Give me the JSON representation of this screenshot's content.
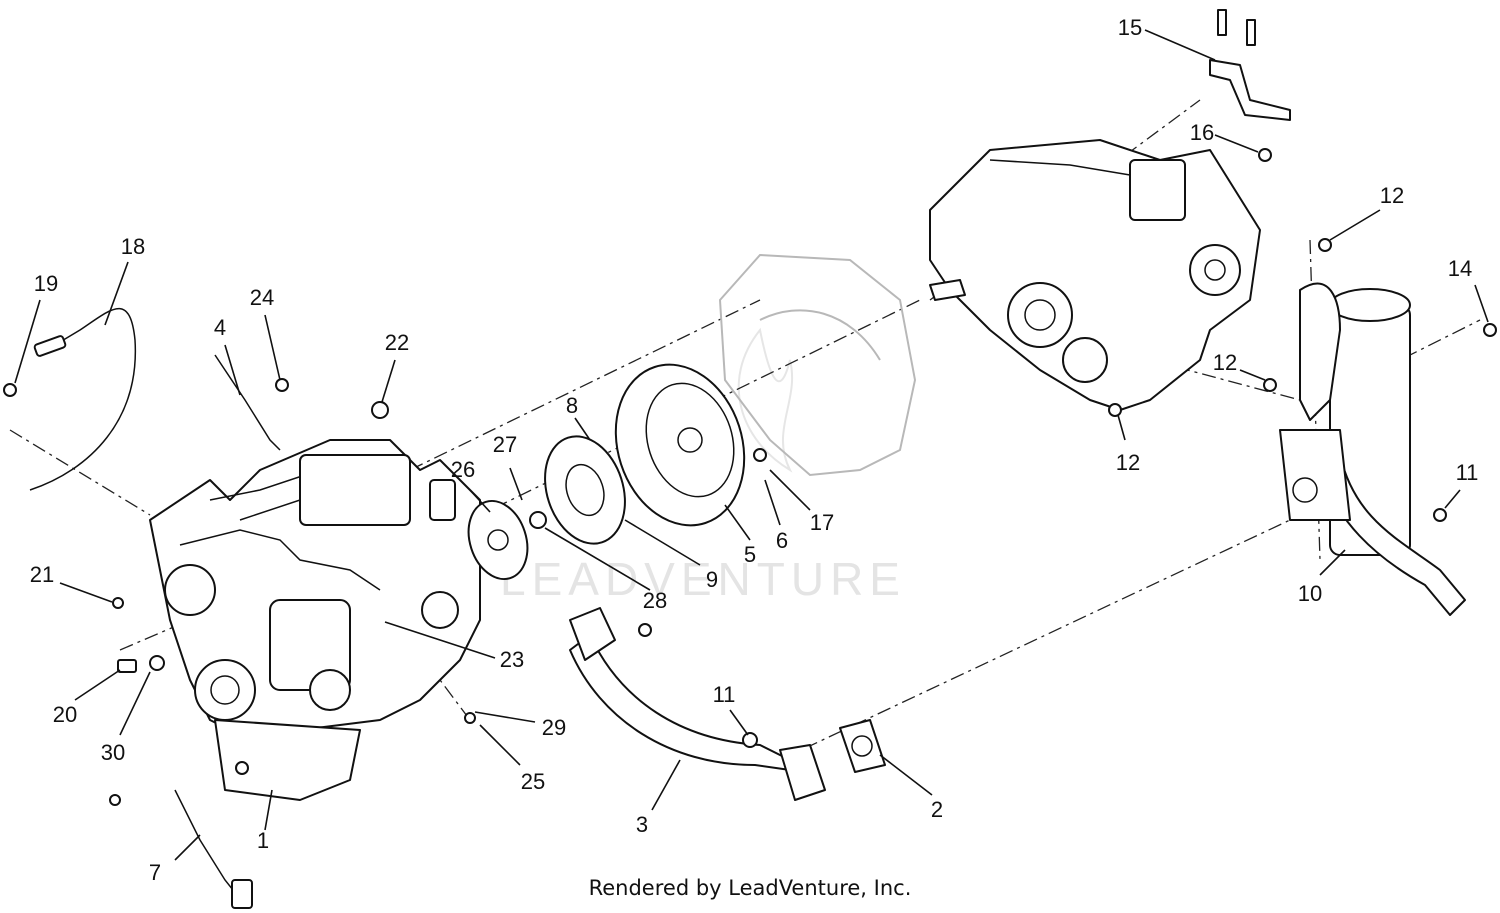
{
  "watermark": "LEADVENTURE",
  "credit": "Rendered by LeadVenture, Inc.",
  "callouts": [
    "1",
    "2",
    "3",
    "4",
    "5",
    "6",
    "7",
    "8",
    "9",
    "10",
    "11",
    "11",
    "12",
    "12",
    "12",
    "14",
    "15",
    "16",
    "17",
    "18",
    "19",
    "20",
    "21",
    "22",
    "23",
    "24",
    "25",
    "26",
    "27",
    "28",
    "29",
    "30"
  ]
}
